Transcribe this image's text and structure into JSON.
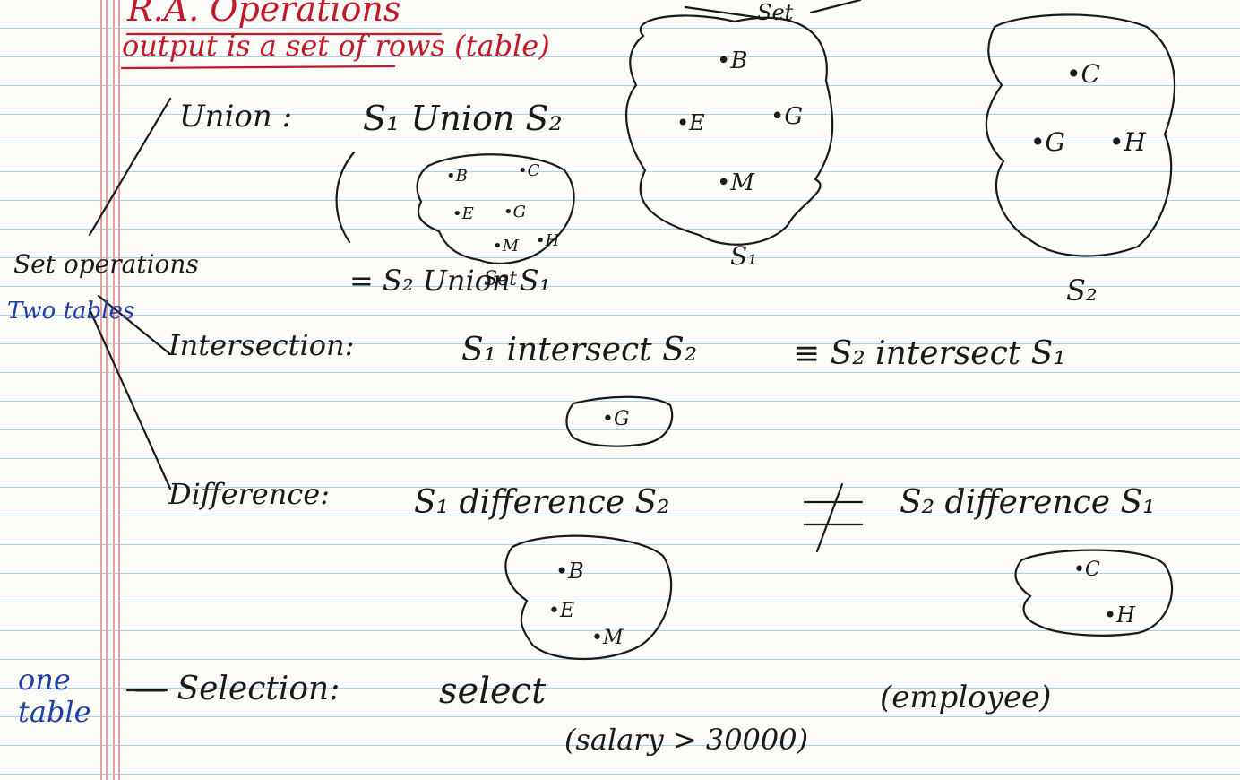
{
  "heading": {
    "title": "R.A. Operations",
    "subtitle": "output is a set of rows (table)"
  },
  "side_notes": {
    "set_operations": "Set operations",
    "two_tables": "Two tables",
    "one_table": "one table"
  },
  "top_diagrams": {
    "set_label": "Set",
    "s1": {
      "elements": [
        "•B",
        "•E",
        "•G",
        "•M"
      ],
      "label": "S₁"
    },
    "s2": {
      "elements": [
        "•C",
        "•G",
        "•H"
      ],
      "label": "S₂"
    }
  },
  "union": {
    "label": "Union :",
    "expr": "S₁ Union S₂",
    "result": [
      "•B",
      "•C",
      "•E",
      "•G",
      "•M",
      "•H"
    ],
    "set_label": "Set",
    "equiv": "= S₂ Union S₁"
  },
  "intersection": {
    "label": "Intersection:",
    "expr": "S₁ intersect S₂",
    "equiv": "≡ S₂ intersect S₁",
    "result": [
      "•G"
    ]
  },
  "difference": {
    "label": "Difference:",
    "expr_left": "S₁ difference S₂",
    "neq": "≠",
    "expr_right": "S₂ difference S₁",
    "result_left": [
      "•B",
      "•E",
      "•M"
    ],
    "result_right": [
      "•C",
      "•H"
    ]
  },
  "selection": {
    "label": "— Selection:",
    "expr": "select",
    "subscript": "(salary > 30000)",
    "argument": "(employee)"
  }
}
